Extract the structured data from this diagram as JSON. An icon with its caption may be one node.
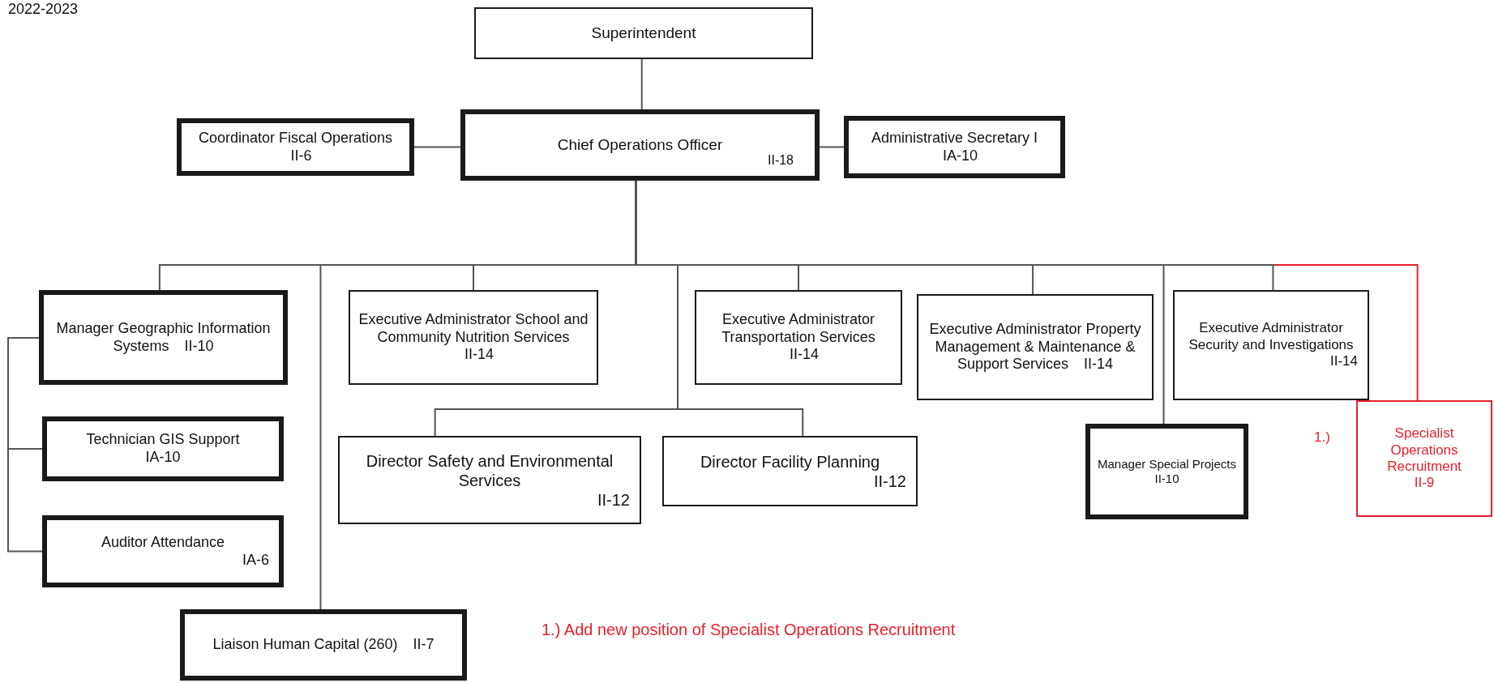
{
  "diagram": {
    "title": "2022-2023",
    "nodes": [
      {
        "text": [
          "Superintendent"
        ]
      },
      {
        "text": [
          "Chief Operations Officer",
          "II-18"
        ]
      },
      {
        "text": [
          "Coordinator Fiscal Operations",
          "II-6"
        ]
      },
      {
        "text": [
          "Administrative Secretary I",
          "IA-10"
        ]
      },
      {
        "text": [
          "Manager Geographic Information Systems",
          "II-10"
        ]
      },
      {
        "text": [
          "Technician GIS Support",
          "IA-10"
        ]
      },
      {
        "text": [
          "Auditor Attendance",
          "IA-6"
        ]
      },
      {
        "text": [
          "Liaison Human Capital (260)",
          "II-7"
        ]
      },
      {
        "text": [
          "Executive Administrator School and Community Nutrition Services",
          "II-14"
        ]
      },
      {
        "text": [
          "Director Safety and Environmental Services",
          "II-12"
        ]
      },
      {
        "text": [
          "Director Facility Planning",
          "II-12"
        ]
      },
      {
        "text": [
          "Executive Administrator Transportation Services",
          "II-14"
        ]
      },
      {
        "text": [
          "Executive Administrator Property Management & Maintenance & Support Services",
          "II-14"
        ]
      },
      {
        "text": [
          "Executive Administrator Security and Investigations",
          "II-14"
        ]
      },
      {
        "text": [
          "Manager Special Projects",
          "II-10"
        ]
      },
      {
        "text": [
          "Specialist Operations Recruitment",
          "II-9"
        ],
        "beside": [
          "1.)"
        ]
      }
    ],
    "edges": [
      {
        "from": 0,
        "to": 1,
        "arrow": "none"
      },
      {
        "from": 1,
        "to": 2,
        "arrow": "none"
      },
      {
        "from": 1,
        "to": 3,
        "arrow": "none"
      },
      {
        "from": 1,
        "to": 4,
        "arrow": "none"
      },
      {
        "from": 4,
        "to": 5,
        "arrow": "none"
      },
      {
        "from": 4,
        "to": 6,
        "arrow": "none"
      },
      {
        "from": 1,
        "to": 7,
        "arrow": "none"
      },
      {
        "from": 1,
        "to": 8,
        "arrow": "none"
      },
      {
        "from": 1,
        "to": 9,
        "arrow": "none"
      },
      {
        "from": 1,
        "to": 10,
        "arrow": "none"
      },
      {
        "from": 1,
        "to": 11,
        "arrow": "none"
      },
      {
        "from": 1,
        "to": 12,
        "arrow": "none"
      },
      {
        "from": 1,
        "to": 14,
        "arrow": "none"
      },
      {
        "from": 1,
        "to": 13,
        "arrow": "none"
      },
      {
        "from": 1,
        "to": 15,
        "arrow": "none",
        "color": "#e8202a"
      }
    ],
    "labels": [
      "1.) Add new position of Specialist Operations Recruitment"
    ]
  }
}
